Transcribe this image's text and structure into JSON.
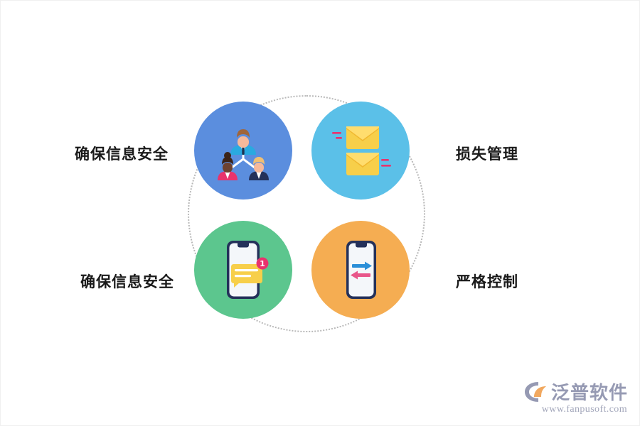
{
  "page": {
    "background": "#ffffff",
    "border_color": "#f0f0f0"
  },
  "diagram": {
    "ring": {
      "style": "dotted",
      "color": "#b8b8b8"
    },
    "nodes": [
      {
        "position": "top-left",
        "label": "确保信息安全",
        "label_side": "left",
        "circle_color": "#5b8ede",
        "icon": "team-people-icon"
      },
      {
        "position": "top-right",
        "label": "损失管理",
        "label_side": "right",
        "circle_color": "#5bc0e8",
        "icon": "two-envelopes-icon"
      },
      {
        "position": "bottom-left",
        "label": "确保信息安全",
        "label_side": "left",
        "circle_color": "#5cc68e",
        "icon": "phone-chat-notification-icon"
      },
      {
        "position": "bottom-right",
        "label": "严格控制",
        "label_side": "right",
        "circle_color": "#f5ad52",
        "icon": "phone-transfer-arrows-icon"
      }
    ],
    "badge_count": "1"
  },
  "watermark": {
    "brand": "泛普软件",
    "url": "www.fanpusoft.com",
    "logo_icon": "fanpu-swoosh-logo-icon",
    "text_color": "#8e92ad",
    "logo_color": "#8e92ad",
    "logo_accent_color": "#f0a152"
  }
}
